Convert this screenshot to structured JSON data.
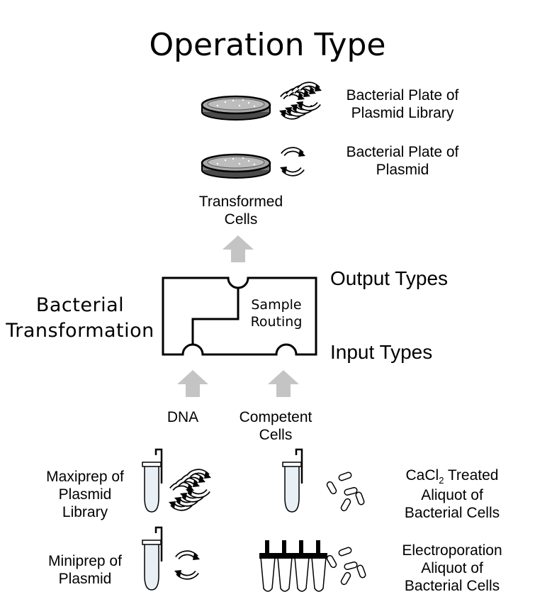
{
  "title": "Operation Type",
  "operation": {
    "line1": "Bacterial",
    "line2": "Transformation"
  },
  "box": {
    "routing_line1": "Sample",
    "routing_line2": "Routing"
  },
  "output_types_label": "Output Types",
  "input_types_label": "Input Types",
  "output_sample": {
    "line1": "Transformed",
    "line2": "Cells"
  },
  "outputs": [
    {
      "line1": "Bacterial Plate of",
      "line2": "Plasmid Library"
    },
    {
      "line1": "Bacterial Plate of",
      "line2": "Plasmid"
    }
  ],
  "input_samples": [
    {
      "line1": "DNA"
    },
    {
      "line1": "Competent",
      "line2": "Cells"
    }
  ],
  "inputs_left": [
    {
      "line1": "Maxiprep of",
      "line2": "Plasmid",
      "line3": "Library"
    },
    {
      "line1": "Miniprep of",
      "line2": "Plasmid"
    }
  ],
  "inputs_right": [
    {
      "line1a": "CaCl",
      "line1sub": "2",
      "line1b": " Treated",
      "line2": "Aliquot of",
      "line3": "Bacterial Cells"
    },
    {
      "line1": "Electroporation",
      "line2": "Aliquot of",
      "line3": "Bacterial Cells"
    }
  ],
  "colors": {
    "arrow": "#c4c4c4",
    "stroke": "#000000",
    "plate_fill": "#a9a9a9",
    "tube_fill": "#e8f0f6"
  }
}
